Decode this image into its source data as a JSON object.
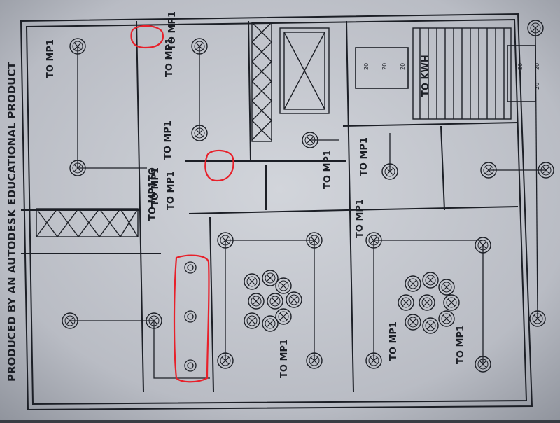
{
  "watermark": "PRODUCED BY AN AUTODESK EDUCATIONAL PRODUCT",
  "circuit_labels": {
    "mp1": "TO MP1",
    "mp1_to": "TO MP1TO",
    "kwh": "TO KWH"
  },
  "breaker_labels": [
    "20",
    "20",
    "20",
    "20",
    "20",
    "20"
  ],
  "colors": {
    "paper": "#c9ccd3",
    "ink": "#1c1f26",
    "annotation": "#e8202a"
  }
}
